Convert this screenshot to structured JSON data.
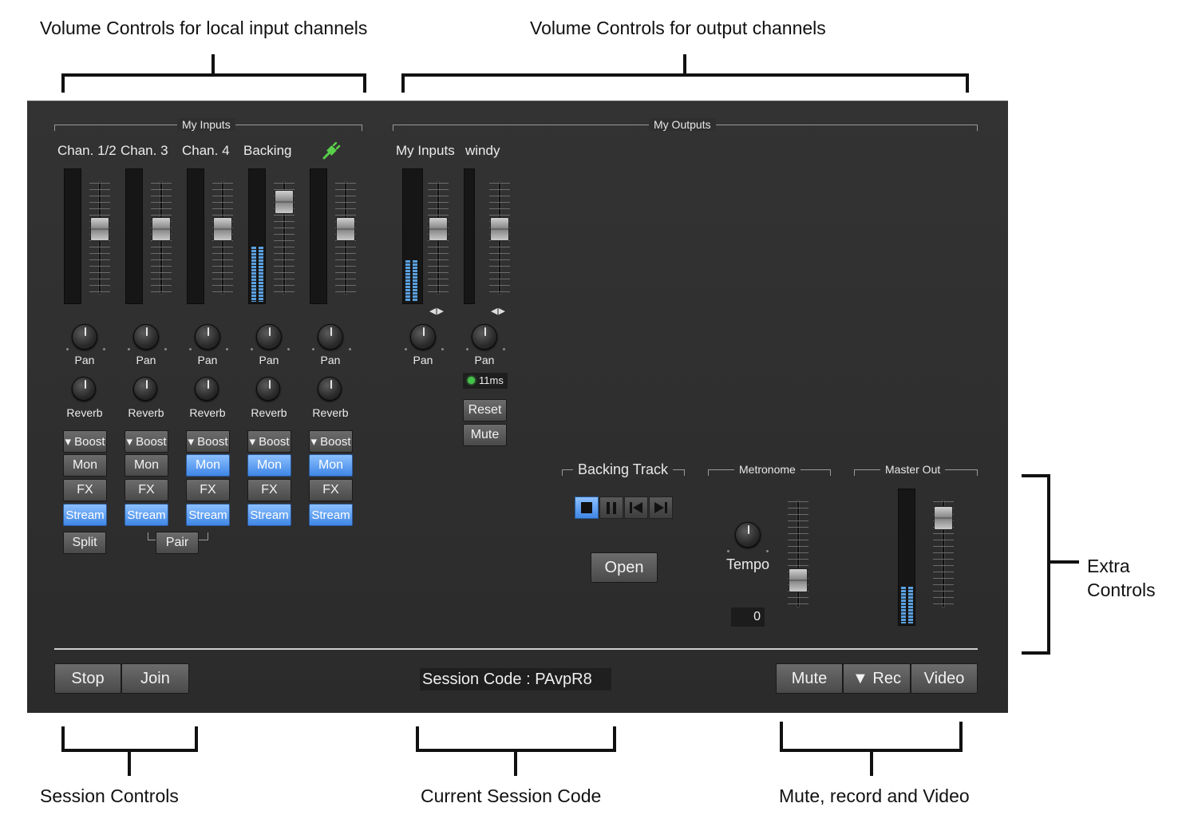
{
  "annotations": {
    "top_left": "Volume Controls for local input channels",
    "top_right": "Volume Controls for output channels",
    "right": "Extra Controls",
    "bottom_left": "Session Controls",
    "bottom_mid": "Current Session Code",
    "bottom_right": "Mute, record and Video"
  },
  "inputs": {
    "group_title": "My Inputs",
    "channels": [
      {
        "label": "Chan. 1/2",
        "pan": "Pan",
        "reverb": "Reverb",
        "boost": "▾ Boost",
        "mon": "Mon",
        "fx": "FX",
        "stream": "Stream",
        "mon_on": false,
        "stream_on": true,
        "level": 0.0
      },
      {
        "label": "Chan. 3",
        "pan": "Pan",
        "reverb": "Reverb",
        "boost": "▾ Boost",
        "mon": "Mon",
        "fx": "FX",
        "stream": "Stream",
        "mon_on": false,
        "stream_on": true,
        "level": 0.0
      },
      {
        "label": "Chan. 4",
        "pan": "Pan",
        "reverb": "Reverb",
        "boost": "▾ Boost",
        "mon": "Mon",
        "fx": "FX",
        "stream": "Stream",
        "mon_on": true,
        "stream_on": true,
        "level": 0.0
      },
      {
        "label": "Backing",
        "pan": "Pan",
        "reverb": "Reverb",
        "boost": "▾ Boost",
        "mon": "Mon",
        "fx": "FX",
        "stream": "Stream",
        "mon_on": true,
        "stream_on": true,
        "level": 0.42
      },
      {
        "label": "",
        "icon": "plug-icon",
        "pan": "Pan",
        "reverb": "Reverb",
        "boost": "▾ Boost",
        "mon": "Mon",
        "fx": "FX",
        "stream": "Stream",
        "mon_on": true,
        "stream_on": true,
        "level": 0.0
      }
    ],
    "split_label": "Split",
    "pair_label": "Pair"
  },
  "outputs": {
    "group_title": "My Outputs",
    "channels": [
      {
        "label": "My Inputs",
        "pan": "Pan",
        "level": 0.32
      },
      {
        "label": "windy",
        "pan": "Pan",
        "level": 0.0
      }
    ],
    "latency": "11ms",
    "reset_label": "Reset",
    "mute_label": "Mute"
  },
  "backing_track": {
    "title": "Backing Track",
    "open_label": "Open",
    "colors": {
      "active": "#3f86e6"
    }
  },
  "metronome": {
    "title": "Metronome",
    "tempo_label": "Tempo",
    "tempo_value": "0"
  },
  "master_out": {
    "title": "Master Out",
    "level": 0.28
  },
  "footer": {
    "stop_label": "Stop",
    "join_label": "Join",
    "session_code": "Session Code : PAvpR8",
    "mute_label": "Mute",
    "rec_label": "▼  Rec",
    "video_label": "Video"
  }
}
